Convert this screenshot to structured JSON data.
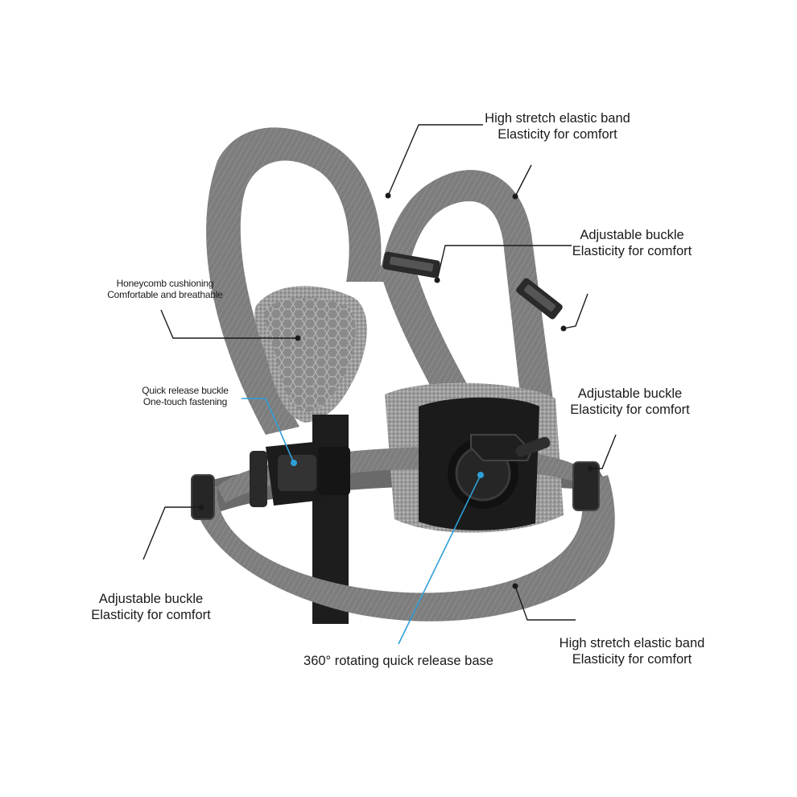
{
  "callouts": {
    "top_band": {
      "line1": "High stretch elastic band",
      "line2": "Elasticity for comfort"
    },
    "upper_buckle": {
      "line1": "Adjustable buckle",
      "line2": "Elasticity for comfort"
    },
    "honeycomb": {
      "line1": "Honeycomb cushioning",
      "line2": "Comfortable and breathable"
    },
    "quick_release": {
      "line1": "Quick release buckle",
      "line2": "One-touch fastening"
    },
    "right_buckle": {
      "line1": "Adjustable buckle",
      "line2": "Elasticity for comfort"
    },
    "left_buckle": {
      "line1": "Adjustable buckle",
      "line2": "Elasticity for comfort"
    },
    "base": {
      "line1": "360° rotating quick release base"
    },
    "bottom_band": {
      "line1": "High stretch elastic band",
      "line2": "Elasticity for comfort"
    }
  },
  "colors": {
    "strap": "#7b7b7b",
    "strap_dark": "#5e5e5e",
    "pad": "#8c8c8c",
    "black_part": "#1b1b1b",
    "leader_line": "#1a1a1a",
    "blue_line": "#2f9fd8"
  }
}
